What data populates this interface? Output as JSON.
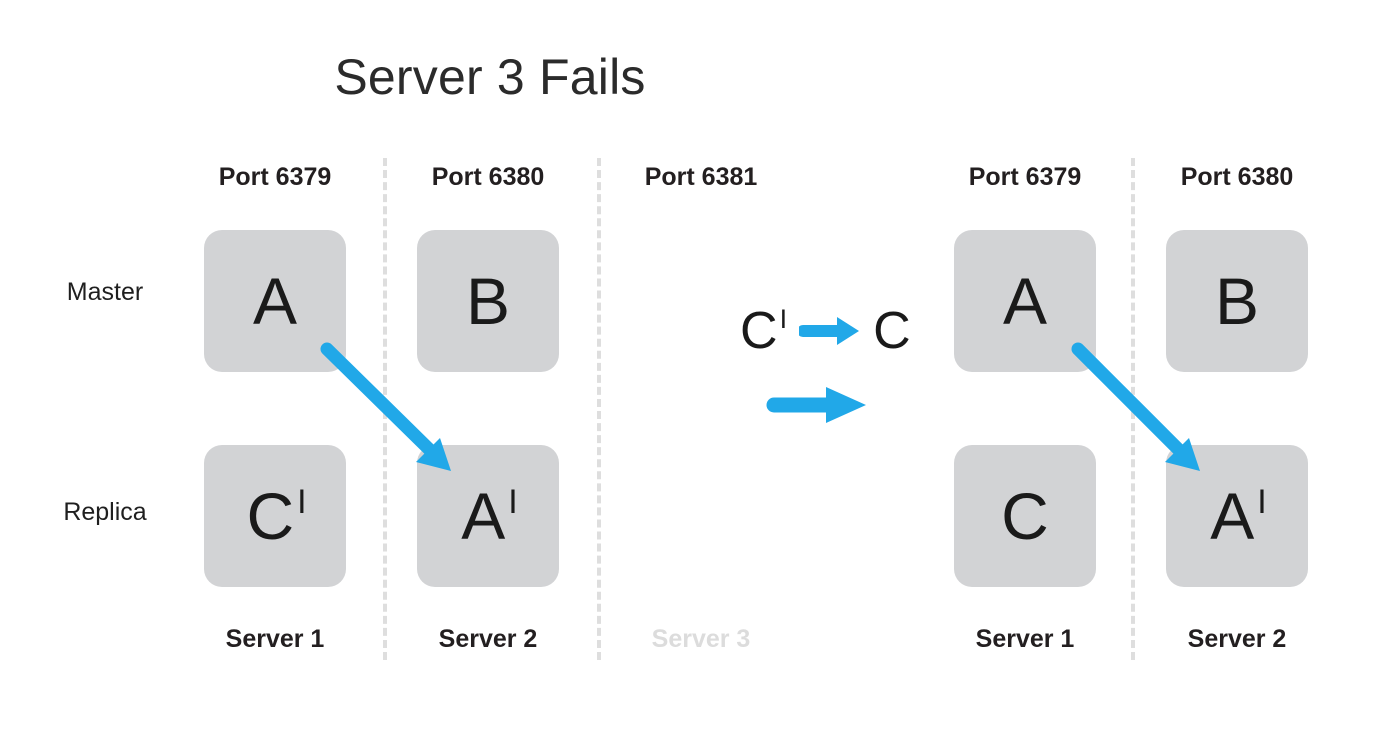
{
  "title": "Server 3 Fails",
  "accent_color": "#21a8e8",
  "box_color": "#d2d3d5",
  "failed_color": "#dcdcdc",
  "row_labels": {
    "master": "Master",
    "replica": "Replica"
  },
  "before": {
    "columns": [
      {
        "port": "Port 6379",
        "server": "Server 1",
        "failed": false,
        "master": "A",
        "master_prime": "",
        "replica": "C",
        "replica_prime": "I"
      },
      {
        "port": "Port 6380",
        "server": "Server 2",
        "failed": false,
        "master": "B",
        "master_prime": "",
        "replica": "A",
        "replica_prime": "I"
      },
      {
        "port": "Port 6381",
        "server": "Server 3",
        "failed": true,
        "master": "",
        "master_prime": "",
        "replica": "",
        "replica_prime": ""
      }
    ]
  },
  "transition": {
    "from": "C",
    "from_prime": "I",
    "to": "C",
    "to_prime": "",
    "arrow_icon": "arrow-right-icon",
    "flow_arrow_icon": "arrow-right-icon"
  },
  "after": {
    "columns": [
      {
        "port": "Port 6379",
        "server": "Server 1",
        "failed": false,
        "master": "A",
        "master_prime": "",
        "replica": "C",
        "replica_prime": ""
      },
      {
        "port": "Port 6380",
        "server": "Server 2",
        "failed": false,
        "master": "B",
        "master_prime": "",
        "replica": "A",
        "replica_prime": "I"
      }
    ]
  },
  "replication_arrows": [
    {
      "name": "replication-arrow-left",
      "from": "A",
      "to": "A-prime"
    },
    {
      "name": "replication-arrow-right",
      "from": "A",
      "to": "A-prime"
    }
  ]
}
